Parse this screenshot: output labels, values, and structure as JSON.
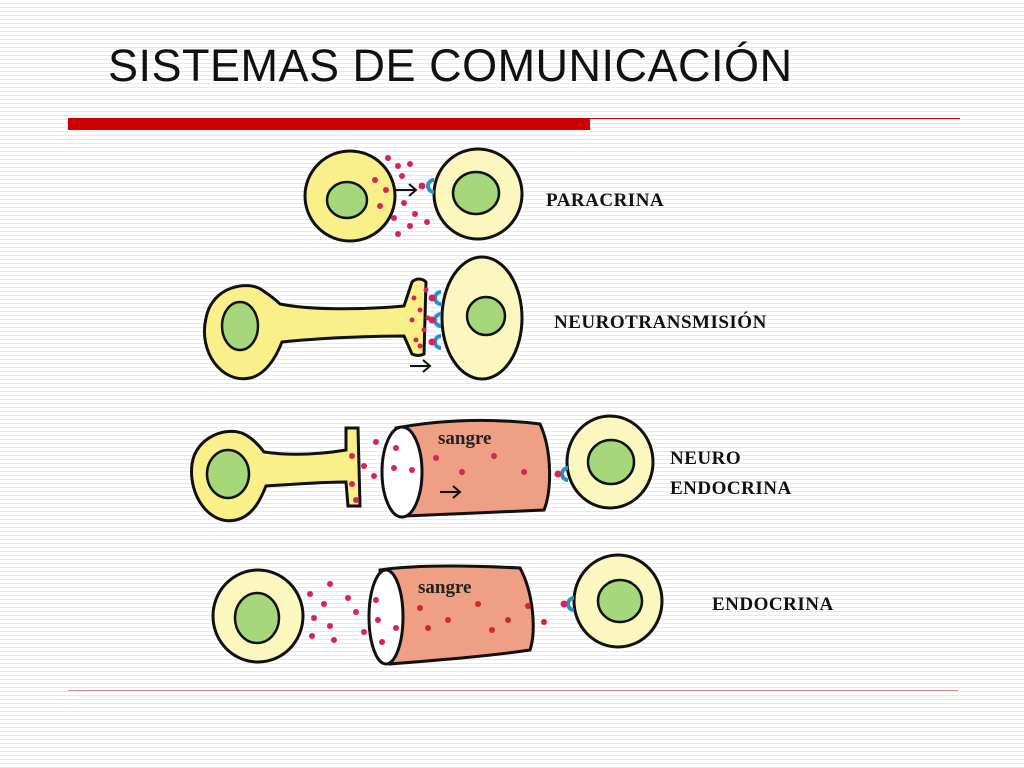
{
  "title": "SISTEMAS DE COMUNICACIÓN",
  "rows": [
    {
      "id": "paracrina",
      "label_lines": [
        "PARACRINA"
      ]
    },
    {
      "id": "neurotransmision",
      "label_lines": [
        "NEUROTRANSMISIÓN"
      ]
    },
    {
      "id": "neuroendocrina",
      "label_lines": [
        "NEURO",
        "ENDOCRINA"
      ],
      "vessel_label": "sangre"
    },
    {
      "id": "endocrina",
      "label_lines": [
        "ENDOCRINA"
      ],
      "vessel_label": "sangre"
    }
  ],
  "colors": {
    "accent_red": "#cc0000",
    "cell_cytoplasm": "#fbf7be",
    "secreting_cell": "#f9f08a",
    "nucleus": "#a7d77b",
    "blood_vessel": "#ee9f84",
    "molecule": "#d6245a",
    "receptor": "#2a8fd0"
  }
}
